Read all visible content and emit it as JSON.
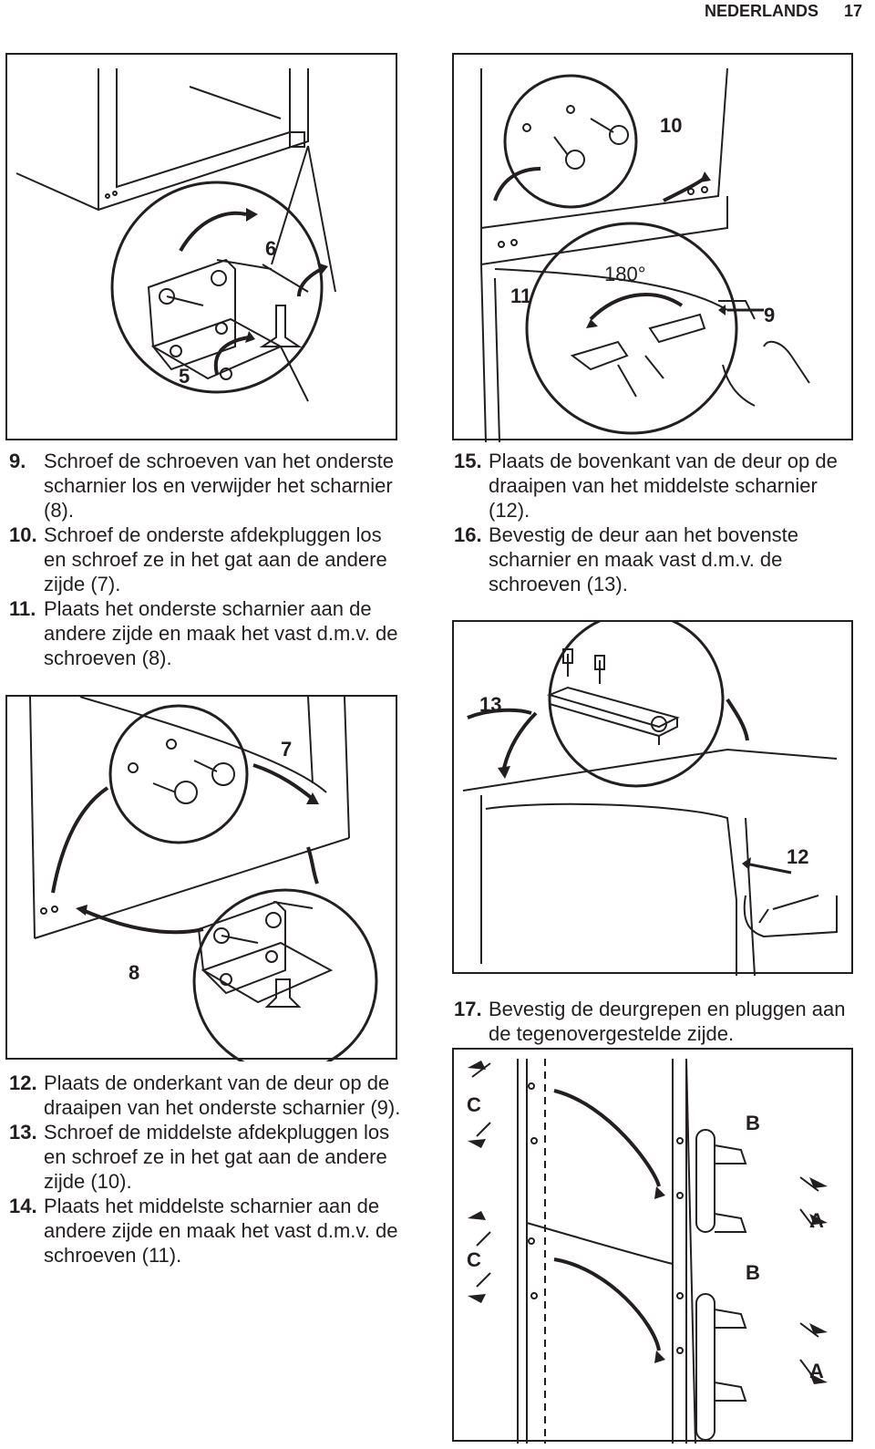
{
  "header": {
    "language": "NEDERLANDS",
    "page_number": "17"
  },
  "figure1": {
    "callouts": [
      "6",
      "5"
    ]
  },
  "figure2": {
    "callouts": [
      "10",
      "180°",
      "11",
      "9"
    ]
  },
  "figure3": {
    "callouts": [
      "7",
      "8"
    ]
  },
  "figure4": {
    "callouts": [
      "13",
      "12"
    ]
  },
  "figure5": {
    "callouts": [
      "C",
      "C",
      "B",
      "B",
      "A",
      "A"
    ]
  },
  "steps_a": [
    {
      "num": "9.",
      "text": "Schroef de schroeven van het onderste scharnier los en verwijder het scharnier (8)."
    },
    {
      "num": "10.",
      "text": "Schroef de onderste afdekpluggen los en schroef ze in het gat aan de andere zijde (7)."
    },
    {
      "num": "11.",
      "text": "Plaats het onderste scharnier aan de andere zijde en maak het vast d.m.v. de schroeven (8)."
    }
  ],
  "steps_b": [
    {
      "num": "15.",
      "text": "Plaats de bovenkant van de deur op de draaipen van het middelste scharnier (12)."
    },
    {
      "num": "16.",
      "text": "Bevestig de deur aan het bovenste scharnier en maak vast d.m.v. de schroeven (13)."
    }
  ],
  "steps_c": [
    {
      "num": "12.",
      "text": "Plaats de onderkant van de deur op de draaipen van het onderste scharnier (9)."
    },
    {
      "num": "13.",
      "text": "Schroef de middelste afdekpluggen los en schroef ze in het gat aan de andere zijde (10)."
    },
    {
      "num": "14.",
      "text": "Plaats het middelste scharnier aan de andere zijde en maak het vast d.m.v. de schroeven (11)."
    }
  ],
  "steps_d": [
    {
      "num": "17.",
      "text": "Bevestig de deurgrepen en pluggen aan de tegenovergestelde zijde."
    }
  ]
}
